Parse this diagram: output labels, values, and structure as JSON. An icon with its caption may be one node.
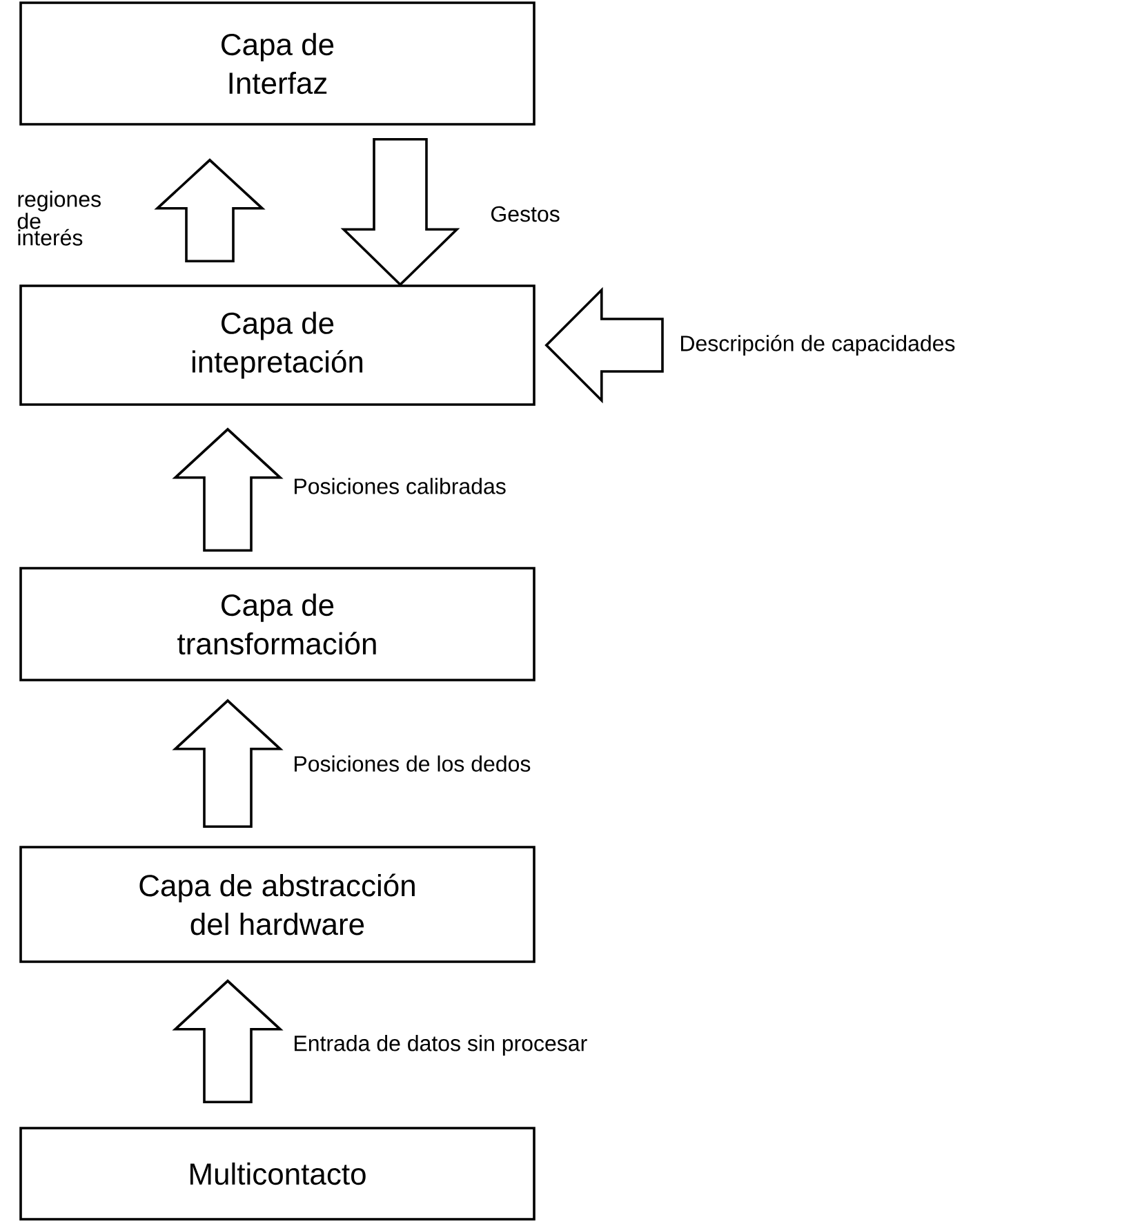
{
  "diagram": {
    "nodes": [
      {
        "text": [
          "Capa de Interfaz"
        ]
      },
      {
        "text": [
          "Capa de intepretación"
        ]
      },
      {
        "text": [
          "Capa de transformación"
        ]
      },
      {
        "text": [
          "Capa de abstracción del hardware"
        ]
      },
      {
        "text": [
          "Multicontacto"
        ]
      }
    ],
    "edges": [
      {
        "from": 1,
        "to": 0,
        "arrow": "to",
        "label": "regiones de interés"
      },
      {
        "from": 0,
        "to": 1,
        "arrow": "to",
        "label": "Gestos"
      },
      {
        "from": null,
        "to": 1,
        "arrow": "to",
        "label": "Descripción de capacidades"
      },
      {
        "from": 2,
        "to": 1,
        "arrow": "to",
        "label": "Posiciones calibradas"
      },
      {
        "from": 3,
        "to": 2,
        "arrow": "to",
        "label": "Posiciones de los dedos"
      },
      {
        "from": 4,
        "to": 3,
        "arrow": "to",
        "label": "Entrada de datos sin procesar"
      }
    ]
  }
}
